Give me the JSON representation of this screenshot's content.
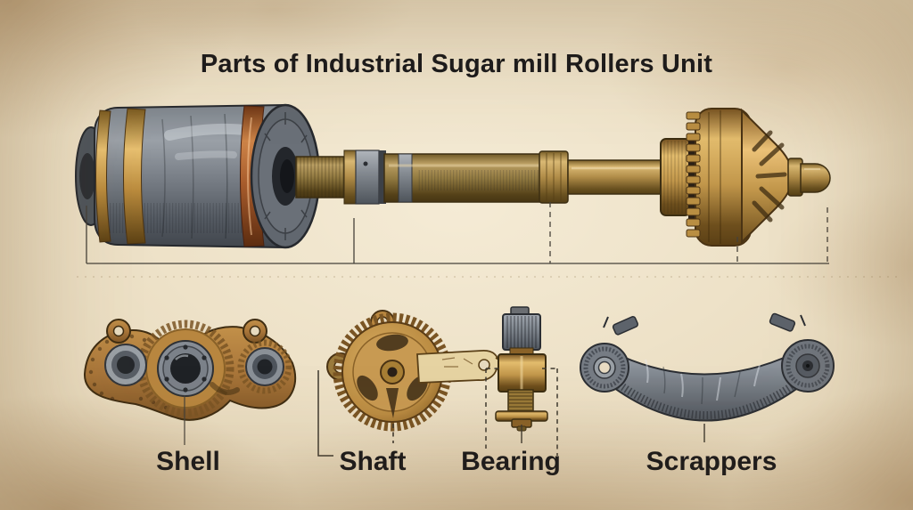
{
  "title": "Parts of Industrial Sugar mill Rollers Unit",
  "palette": {
    "background": "#e8dabd",
    "ink": "#17171a",
    "dimension_line": "#45413a",
    "drum_gray": "#7a8088",
    "brass": "#8f7840",
    "gold": "#c2974b",
    "copper": "#a85c2c",
    "shell_rust": "#a9763a",
    "scraper_gray": "#7d848c"
  },
  "assembly": {
    "name": "sugar-mill-roller-assembly",
    "components": [
      "roller-drum",
      "mill-shaft",
      "pinion-gear-and-cone",
      "journal-tip"
    ]
  },
  "parts": [
    {
      "id": "shell",
      "label": "Shell"
    },
    {
      "id": "shaft",
      "label": "Shaft"
    },
    {
      "id": "bearing",
      "label": "Bearing"
    },
    {
      "id": "scrappers",
      "label": "Scrappers"
    }
  ]
}
